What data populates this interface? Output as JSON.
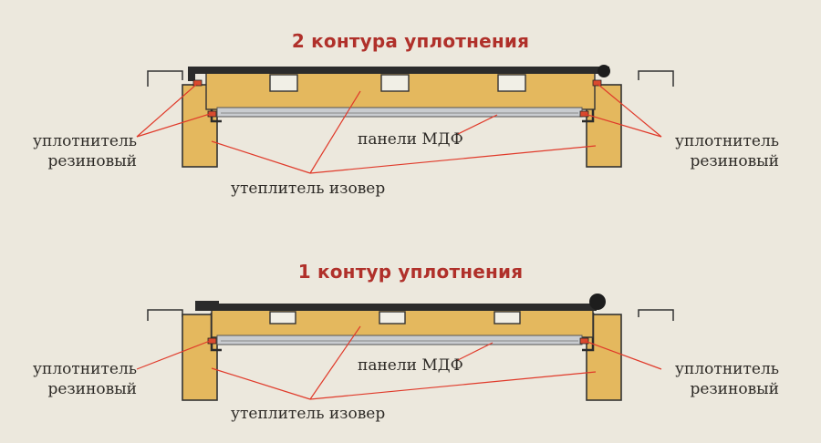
{
  "diagrams": [
    {
      "title": "2 контура уплотнения",
      "label_seal_left_line1": "уплотнитель",
      "label_seal_left_line2": "резиновый",
      "label_seal_right_line1": "уплотнитель",
      "label_seal_right_line2": "резиновый",
      "label_mdf": "панели МДФ",
      "label_insulation": "утеплитель изовер"
    },
    {
      "title": "1 контур уплотнения",
      "label_seal_left_line1": "уплотнитель",
      "label_seal_left_line2": "резиновый",
      "label_seal_right_line1": "уплотнитель",
      "label_seal_right_line2": "резиновый",
      "label_mdf": "панели МДФ",
      "label_insulation": "утеплитель изовер"
    }
  ],
  "colors": {
    "background": "#ece8dd",
    "title": "#b0302a",
    "wood": "#e4b85e",
    "steel": "#2b2b2b",
    "leader": "#e03a2a",
    "panel": "#c9ccd0"
  }
}
